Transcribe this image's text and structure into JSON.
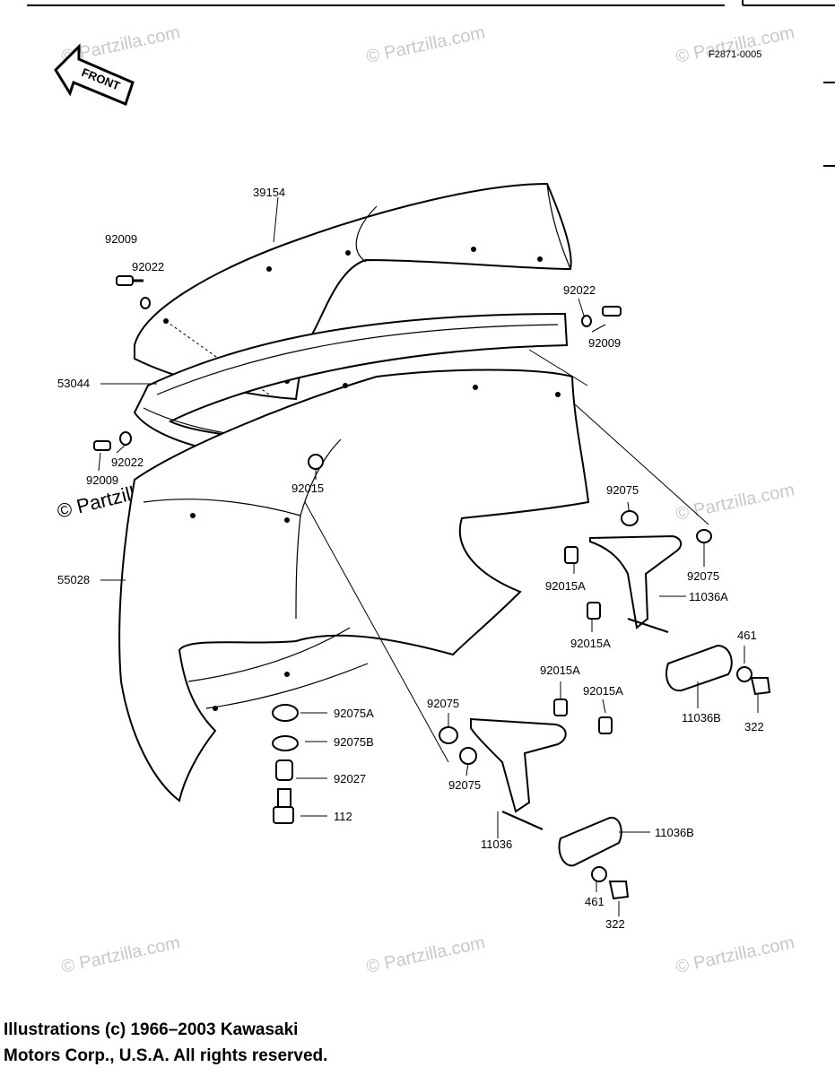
{
  "diagram": {
    "reference_code": "F2871-0005",
    "front_label": "FRONT",
    "watermark": "© Partzilla.com",
    "parts": {
      "p39154": "39154",
      "p92009_a": "92009",
      "p92022_a": "92022",
      "p92022_b": "92022",
      "p92009_b": "92009",
      "p53044": "53044",
      "p92022_c": "92022",
      "p92009_c": "92009",
      "p92015": "92015",
      "p55028": "55028",
      "p92075_a": "92075",
      "p92075_b": "92075",
      "p92015A_a": "92015A",
      "p11036A": "11036A",
      "p92015A_b": "92015A",
      "p461_a": "461",
      "p11036B_a": "11036B",
      "p322_a": "322",
      "p92075A": "92075A",
      "p92075B": "92075B",
      "p92027": "92027",
      "p112": "112",
      "p92075_c": "92075",
      "p92015A_c": "92015A",
      "p92015A_d": "92015A",
      "p92075_d": "92075",
      "p11036": "11036",
      "p11036B_b": "11036B",
      "p461_b": "461",
      "p322_b": "322"
    }
  },
  "footer": {
    "line1": "Illustrations (c) 1966–2003 Kawasaki",
    "line2": "Motors Corp., U.S.A.  All rights reserved."
  }
}
